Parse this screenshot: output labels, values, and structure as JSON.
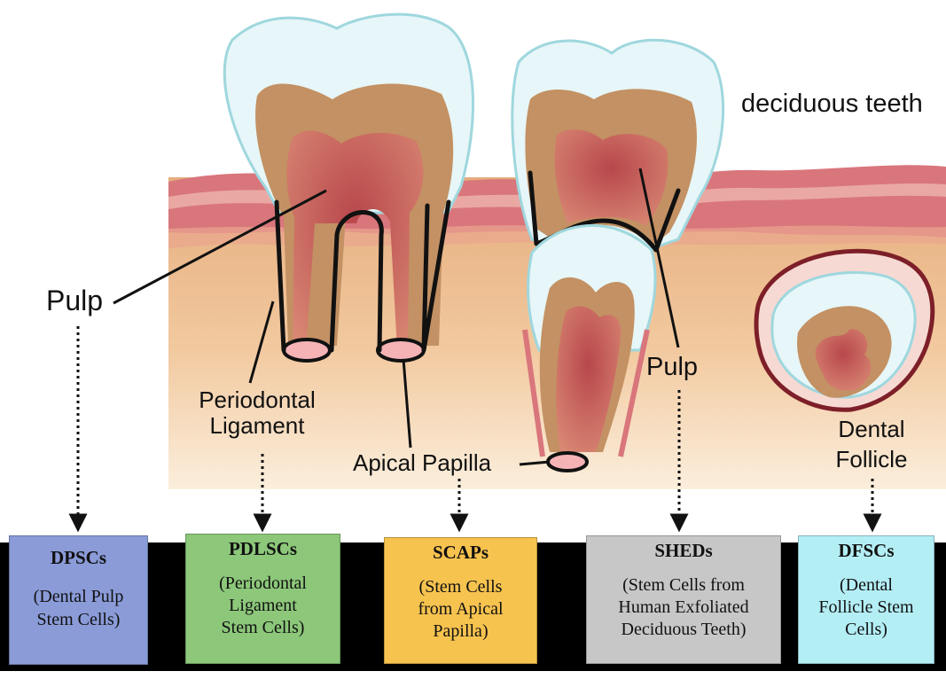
{
  "labels": {
    "deciduous_teeth": "deciduous teeth",
    "pulp_left": "Pulp",
    "periodontal_line1": "Periodontal",
    "periodontal_line2": "Ligament",
    "apical_papilla": "Apical Papilla",
    "pulp_right": "Pulp",
    "dental_line1": "Dental",
    "dental_line2": "Follicle"
  },
  "boxes": [
    {
      "title": "DPSCs",
      "line1": "(Dental Pulp",
      "line2": "Stem Cells)",
      "line3": "",
      "color": "#8a9bd8"
    },
    {
      "title": "PDLSCs",
      "line1": "(Periodontal",
      "line2": "Ligament",
      "line3": "Stem Cells)",
      "color": "#8cc77a"
    },
    {
      "title": "SCAPs",
      "line1": "(Stem Cells",
      "line2": "from Apical",
      "line3": "Papilla)",
      "color": "#f7c34f"
    },
    {
      "title": "SHEDs",
      "line1": "(Stem Cells from",
      "line2": "Human Exfoliated",
      "line3": "Deciduous Teeth)",
      "color": "#c7c7c7"
    },
    {
      "title": "DFSCs",
      "line1": "(Dental",
      "line2": "Follicle Stem",
      "line3": "Cells)",
      "color": "#b4eef5"
    }
  ],
  "colors": {
    "gum": "#d9767c",
    "gum_light": "#eeb5ad",
    "bone_top": "#e7b383",
    "bone_bottom": "#f9e6cf",
    "enamel": "#e7f6f8",
    "enamel_edge": "#9fd7de",
    "dentin": "#c39163",
    "pulp": "#c45c5d",
    "outline": "#111111"
  }
}
